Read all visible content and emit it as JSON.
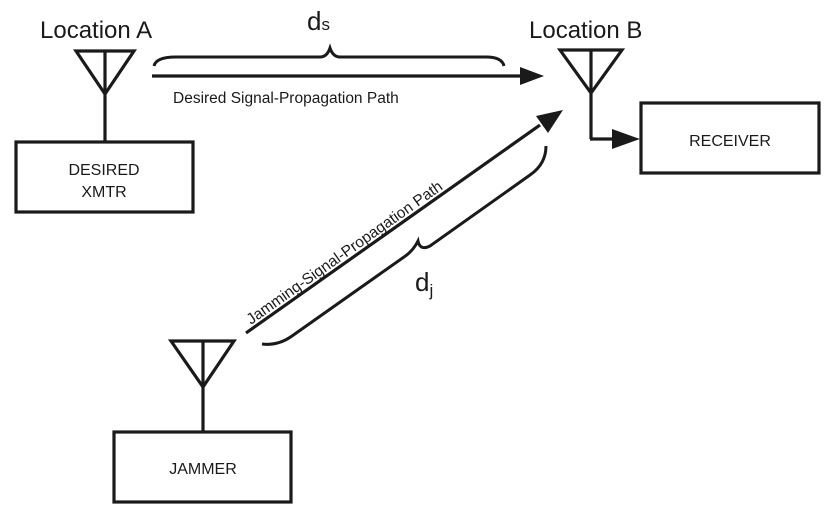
{
  "diagram": {
    "type": "signal-propagation-jamming",
    "locations": {
      "a": "Location A",
      "b": "Location B"
    },
    "nodes": {
      "desired_xmtr": {
        "line1": "DESIRED",
        "line2": "XMTR"
      },
      "receiver": {
        "label": "RECEIVER"
      },
      "jammer": {
        "label": "JAMMER"
      }
    },
    "paths": {
      "desired": {
        "label": "Desired Signal-Propagation Path",
        "distance_symbol": "d",
        "distance_subscript": "s"
      },
      "jamming": {
        "label": "Jamming-Signal-Propagation Path",
        "distance_symbol": "d",
        "distance_subscript": "j"
      }
    },
    "colors": {
      "ink": "#1a1a1a",
      "background": "#ffffff"
    }
  }
}
